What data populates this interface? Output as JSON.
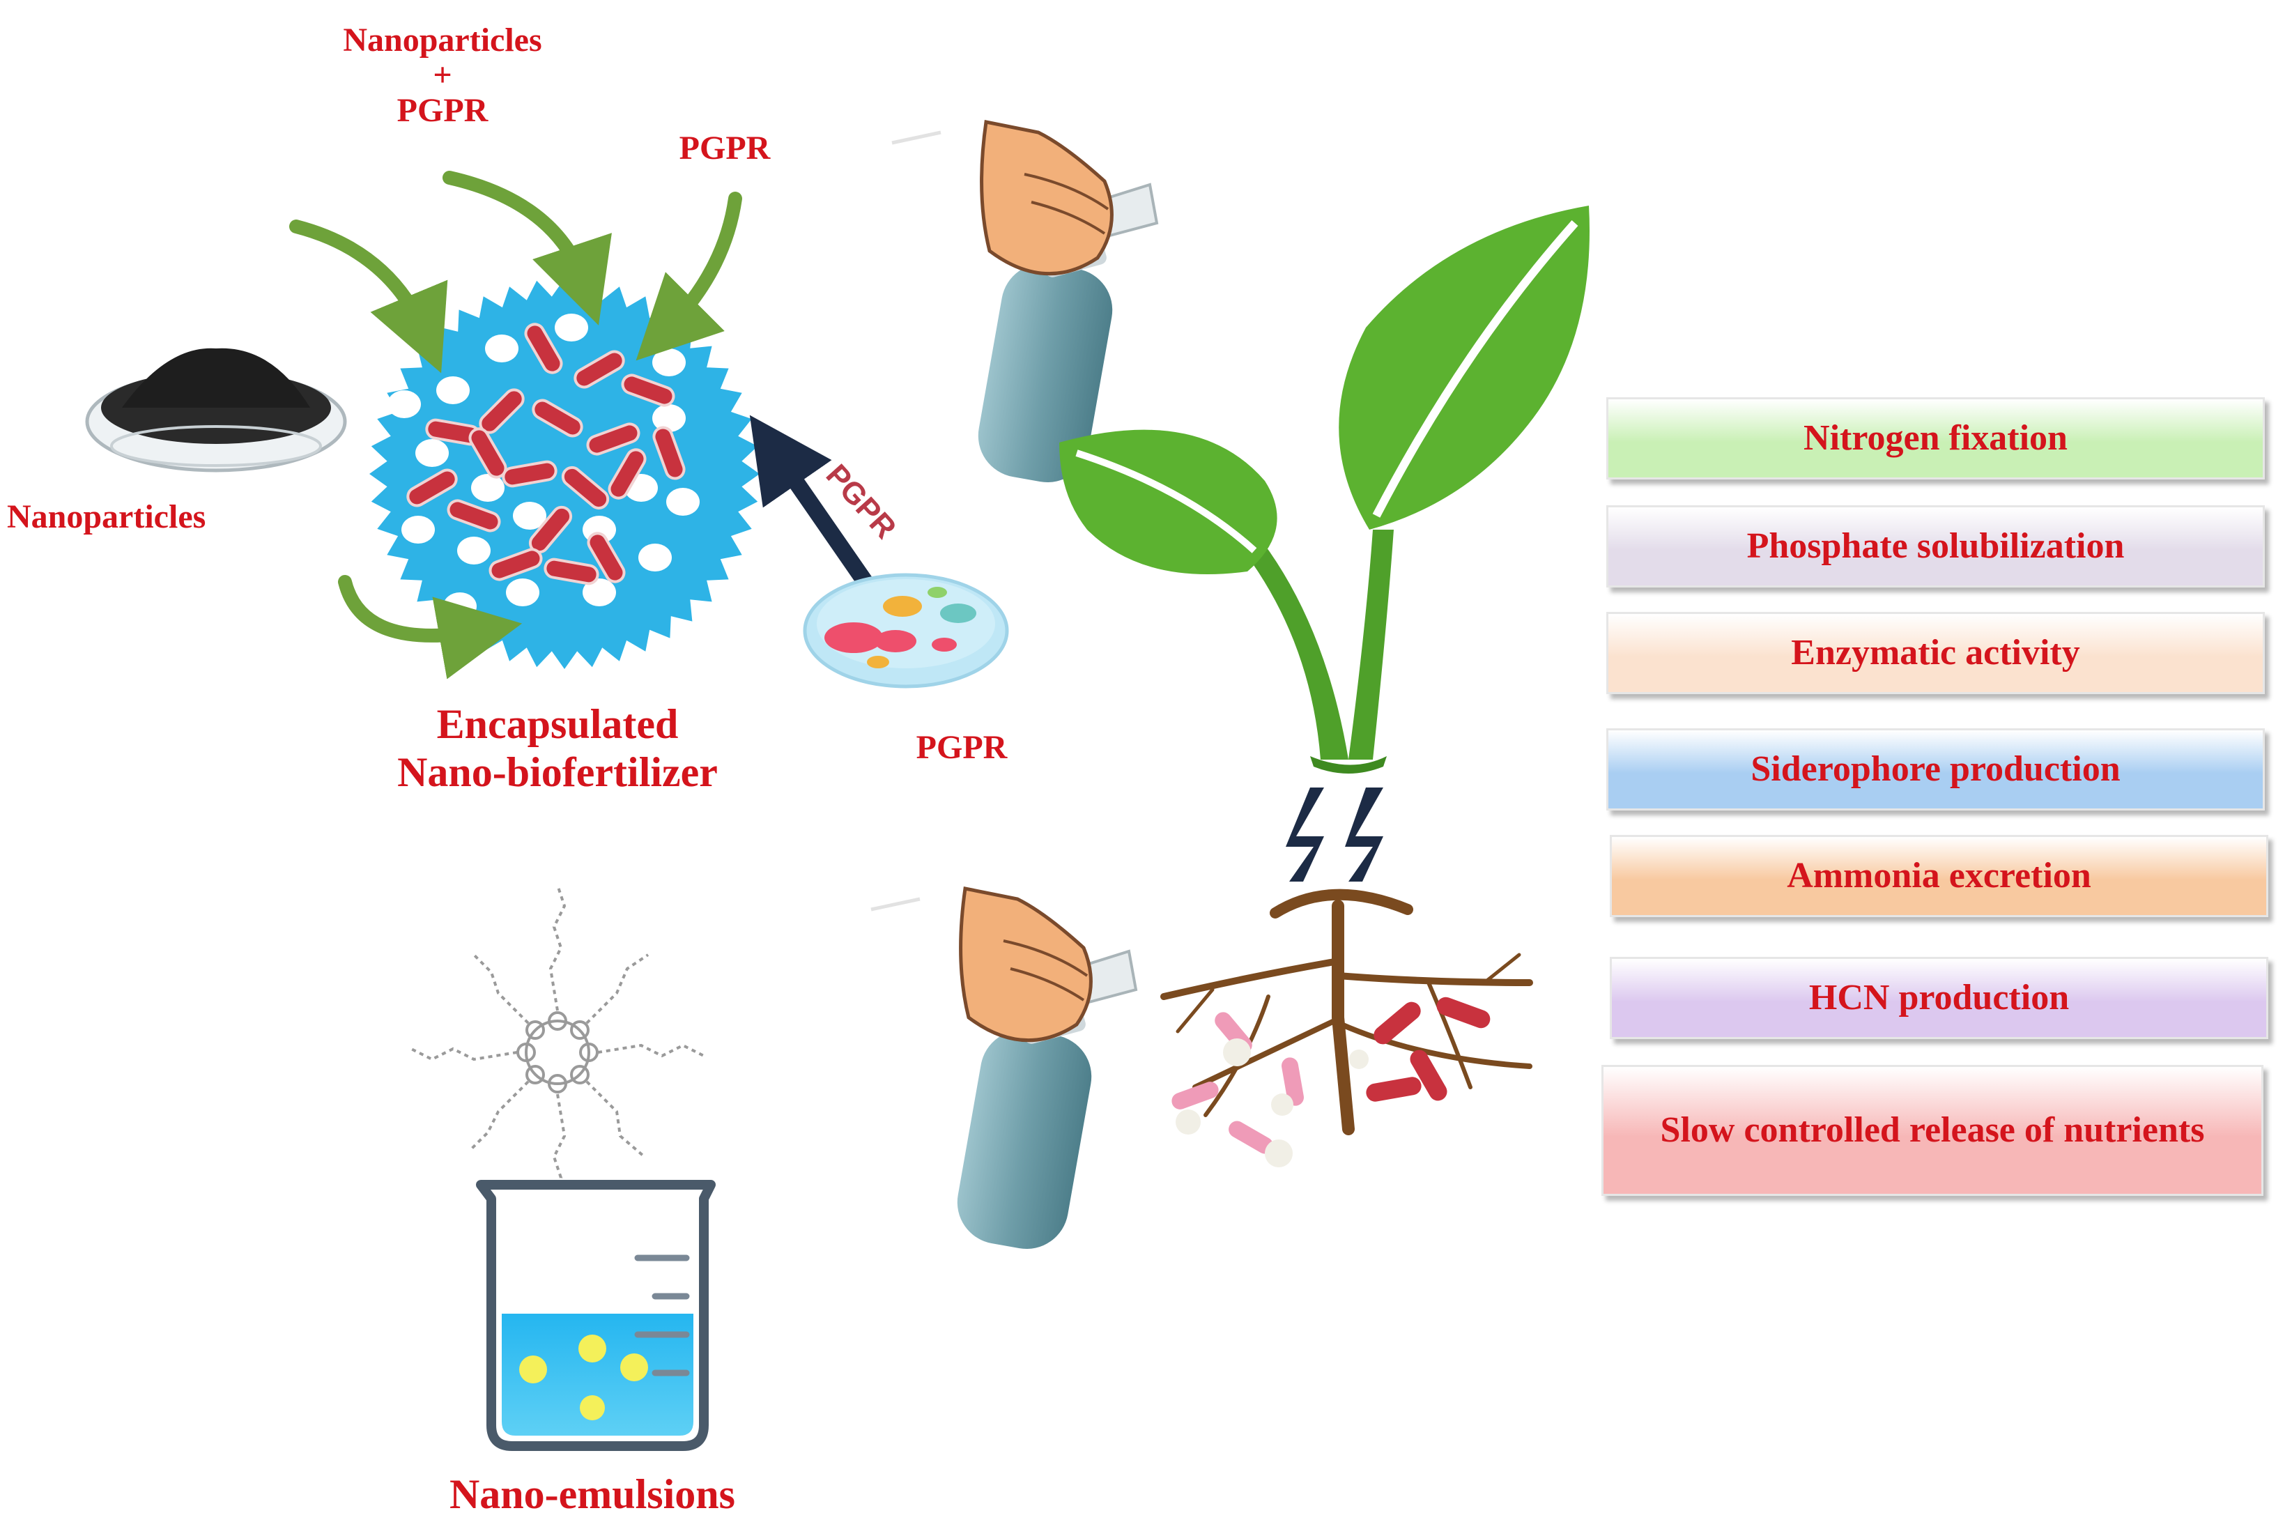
{
  "labels": {
    "np_pgpr_line1": "Nanoparticles",
    "np_pgpr_plus": "+",
    "np_pgpr_line2": "PGPR",
    "pgpr_top": "PGPR",
    "nanoparticles": "Nanoparticles",
    "pgpr_arrow": "PGPR",
    "pgpr_dish": "PGPR",
    "encapsulated_line1": "Encapsulated",
    "encapsulated_line2": "Nano-biofertilizer",
    "nano_emulsions": "Nano-emulsions"
  },
  "benefits": [
    {
      "text": "Nitrogen fixation",
      "color": "#c9f0b5"
    },
    {
      "text": "Phosphate solubilization",
      "color": "#e3dcea"
    },
    {
      "text": "Enzymatic activity",
      "color": "#fbe2cf"
    },
    {
      "text": "Siderophore production",
      "color": "#a9cef2"
    },
    {
      "text": "Ammonia excretion",
      "color": "#f8c9a0"
    },
    {
      "text": "HCN production",
      "color": "#dcc8ef"
    },
    {
      "text": "Slow controlled release of nutrients",
      "color": "#f7b7b7"
    }
  ],
  "colors": {
    "label_red": "#d4141c",
    "capsule_blue": "#2eb3e6",
    "arrow_green": "#6ea23a",
    "leaf_green": "#5cb230",
    "root_brown": "#7a4a1f"
  },
  "icons": [
    "powder-dish-icon",
    "spray-bottle-icon",
    "petri-dish-icon",
    "plant-icon",
    "roots-icon",
    "beaker-icon",
    "micelle-icon",
    "lightning-icon"
  ]
}
